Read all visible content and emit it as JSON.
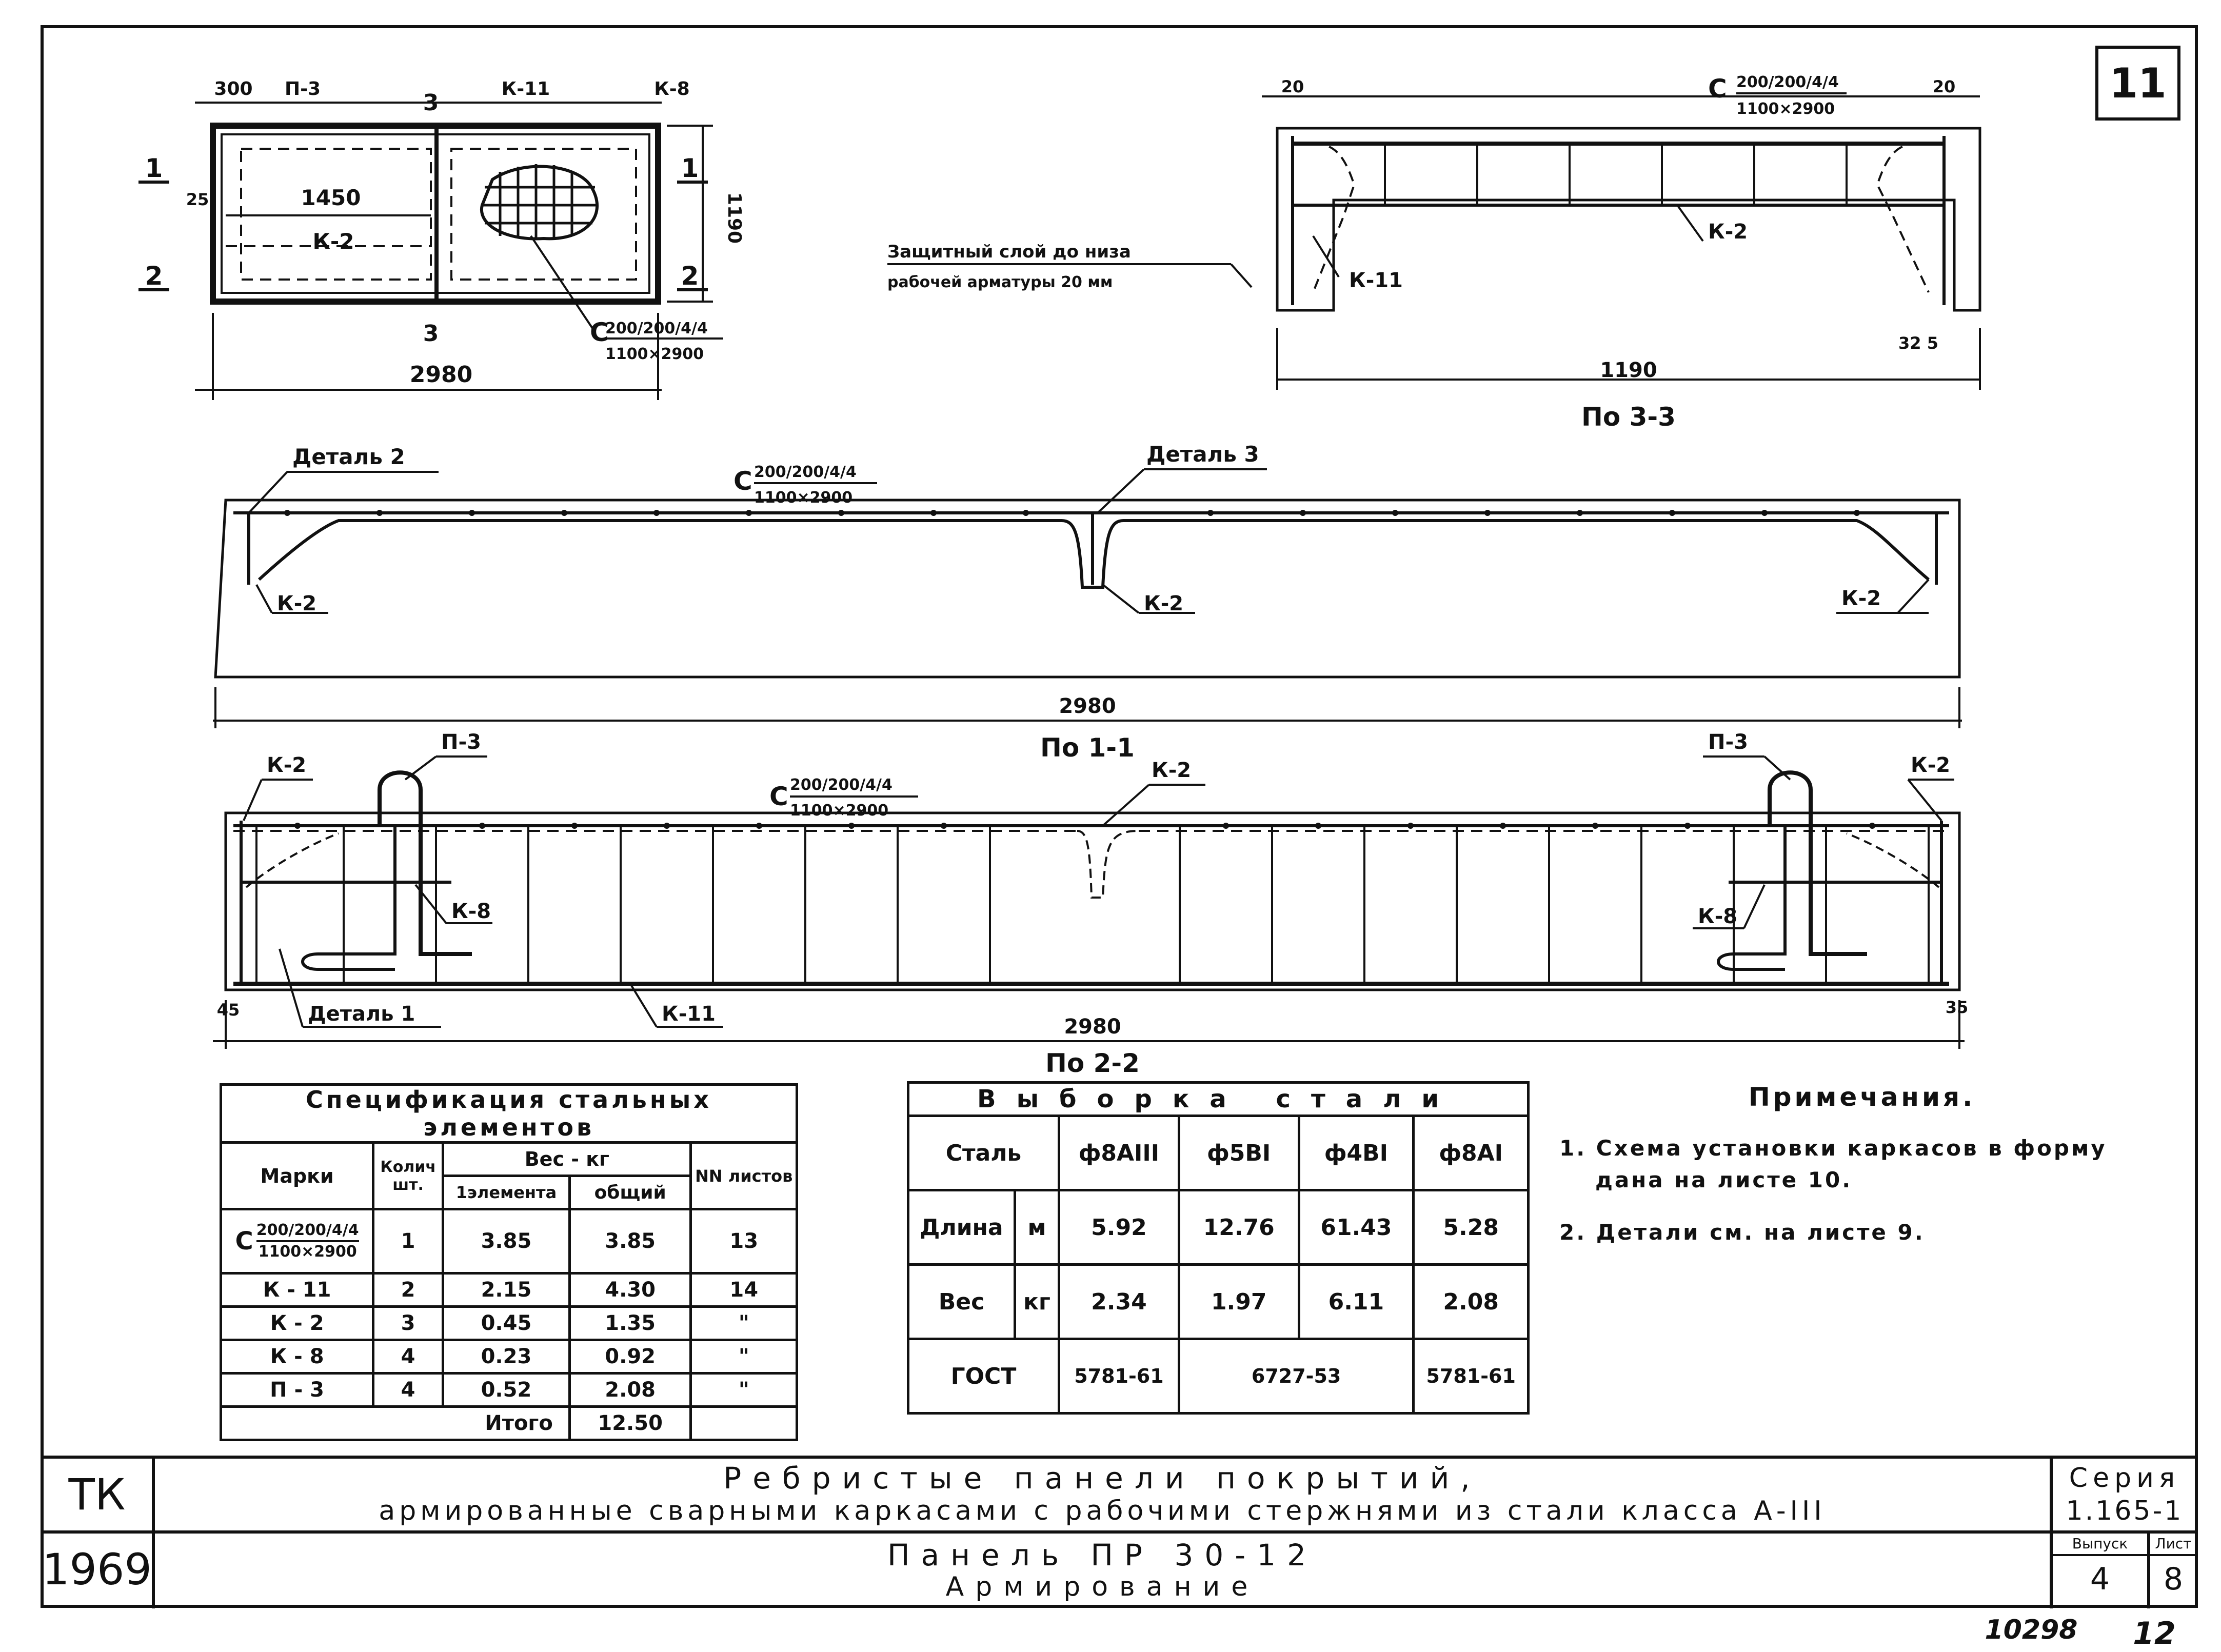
{
  "sheet_badge": "11",
  "stamp_number": "10298",
  "page_number": "12",
  "plan_view": {
    "top_dims": [
      "300",
      "П-3",
      "К-11",
      "К-8"
    ],
    "inner_dim": "1450",
    "frame_label": "К-2",
    "side_dim": "25",
    "height_dim": "1190",
    "length_dim": "2980",
    "section_marks": [
      "1",
      "1",
      "2",
      "2",
      "3",
      "3"
    ],
    "mesh_label": {
      "prefix": "С",
      "top": "200/200/4/4",
      "bottom": "1100×2900"
    }
  },
  "protective_layer_note": {
    "line1": "Защитный слой до низа",
    "line2": "рабочей арматуры 20 мм"
  },
  "section_3_3": {
    "dims_top": [
      "20",
      "20"
    ],
    "mesh_label": {
      "prefix": "С",
      "top": "200/200/4/4",
      "bottom": "1100×2900"
    },
    "labels": [
      "К-2",
      "К-11"
    ],
    "bottom_dim": "1190",
    "small_dim": "32 5",
    "caption": "По 3-3"
  },
  "section_1_1": {
    "details": [
      "Деталь 2",
      "Деталь 3"
    ],
    "mesh_label": {
      "prefix": "С",
      "top": "200/200/4/4",
      "bottom": "1100×2900"
    },
    "labels": [
      "К-2",
      "К-2",
      "К-2"
    ],
    "length_dim": "2980",
    "caption": "По 1-1"
  },
  "section_2_2": {
    "labels_top": [
      "К-2",
      "П-3",
      "К-2",
      "П-3",
      "К-2"
    ],
    "mesh_label": {
      "prefix": "С",
      "top": "200/200/4/4",
      "bottom": "1100×2900"
    },
    "labels_side": [
      "К-8",
      "К-8"
    ],
    "detail": "Деталь 1",
    "bottom_label": "К-11",
    "edge_dims": [
      "45",
      "35"
    ],
    "length_dim": "2980",
    "caption": "По 2-2"
  },
  "spec_table": {
    "title": "Спецификация стальных элементов",
    "col_mark": "Марки",
    "col_qty": "Колич шт.",
    "col_weight": "Вес - кг",
    "col_weight_elem": "1элемента",
    "col_weight_total": "общий",
    "col_sheets": "NN листов",
    "rows": [
      {
        "mark_top": "200/200/4/4",
        "mark_bottom": "1100×2900",
        "mark_prefix": "С",
        "qty": "1",
        "w1": "3.85",
        "wt": "3.85",
        "sheet": "13"
      },
      {
        "mark": "К - 11",
        "qty": "2",
        "w1": "2.15",
        "wt": "4.30",
        "sheet": "14"
      },
      {
        "mark": "К - 2",
        "qty": "3",
        "w1": "0.45",
        "wt": "1.35",
        "sheet": "\""
      },
      {
        "mark": "К - 8",
        "qty": "4",
        "w1": "0.23",
        "wt": "0.92",
        "sheet": "\""
      },
      {
        "mark": "П - 3",
        "qty": "4",
        "w1": "0.52",
        "wt": "2.08",
        "sheet": "\""
      }
    ],
    "total_label": "Итого",
    "total_value": "12.50"
  },
  "selection_table": {
    "title": "Выборка стали",
    "col_steel": "Сталь",
    "columns": [
      "ф8АIII",
      "ф5ВI",
      "ф4ВI",
      "ф8АI"
    ],
    "length_label": "Длина",
    "length_unit": "м",
    "length_values": [
      "5.92",
      "12.76",
      "61.43",
      "5.28"
    ],
    "weight_label": "Вес",
    "weight_unit": "кг",
    "weight_values": [
      "2.34",
      "1.97",
      "6.11",
      "2.08"
    ],
    "gost_label": "ГОСТ",
    "gost_values": [
      "5781-61",
      "6727-53",
      "5781-61"
    ]
  },
  "notes": {
    "title": "Примечания.",
    "items": [
      "1. Схема установки каркасов в форму дана на листе 10.",
      "2. Детали см. на листе 9."
    ]
  },
  "title_block": {
    "org": "ТК",
    "year": "1969",
    "title_line1": "Ребристые панели покрытий,",
    "title_line2": "армированные сварными каркасами с рабочими стержнями из стали класса А-III",
    "series_label": "Серия",
    "series_value": "1.165-1",
    "panel_line1": "Панель ПР 30-12",
    "panel_line2": "Армирование",
    "issue_label": "Выпуск",
    "issue_value": "4",
    "sheet_label": "Лист",
    "sheet_value": "8"
  }
}
